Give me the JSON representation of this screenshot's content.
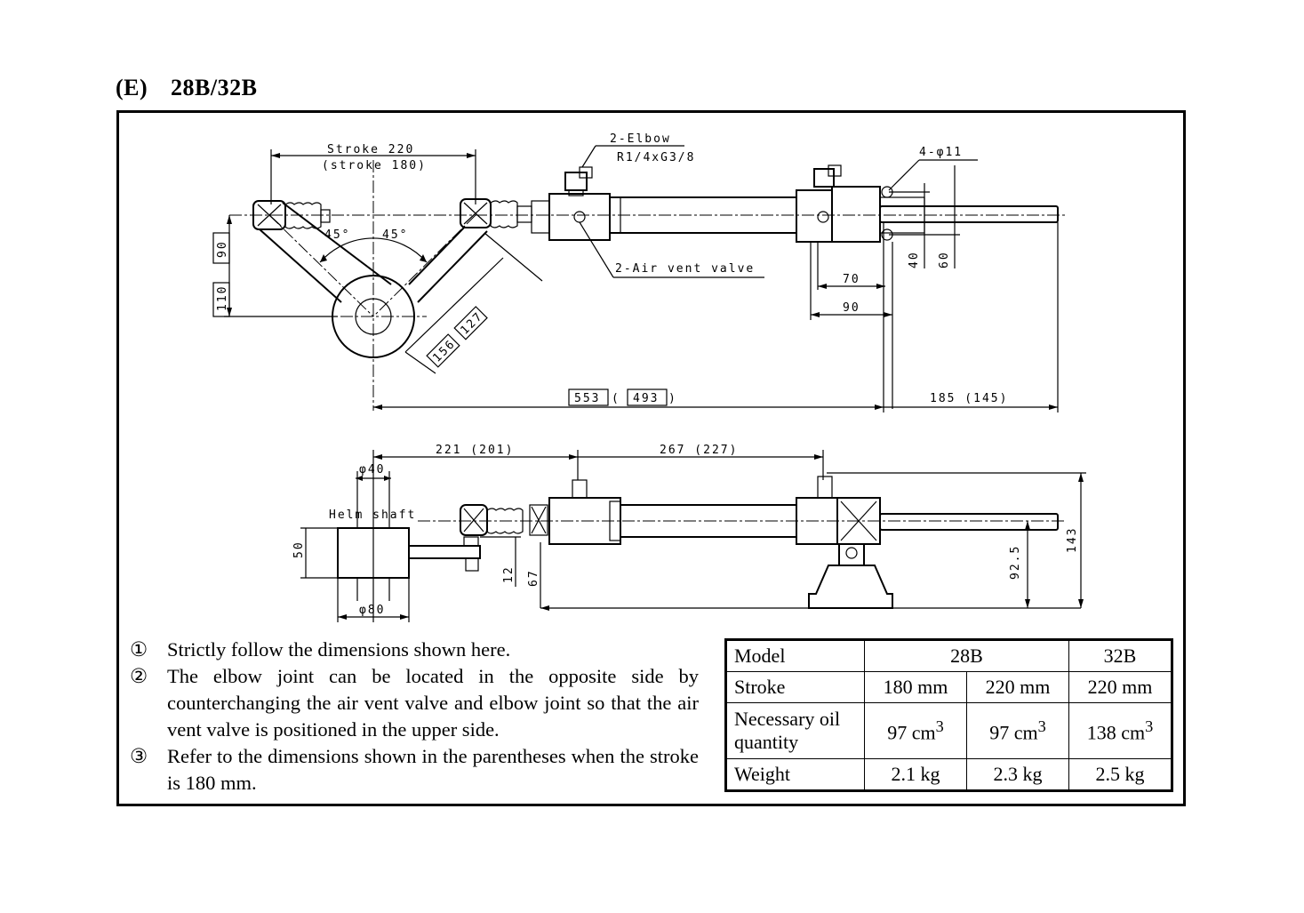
{
  "header": {
    "tag": "(E)",
    "models": "28B/32B"
  },
  "drawing": {
    "top_view": {
      "stroke_label": "Stroke 220",
      "stroke_alt_label": "(stroke 180)",
      "elbow_label": "2-Elbow",
      "elbow_spec": "R1/4xG3/8",
      "air_vent_label": "2-Air vent valve",
      "holes_label": "4-φ11",
      "angle_left": "45°",
      "angle_right": "45°",
      "dim_90": "90",
      "dim_110": "110",
      "dim_156": "156",
      "dim_127": "127",
      "dim_553": "553",
      "dim_493": "493",
      "dim_185": "185 (145)",
      "dim_70": "70",
      "dim_90b": "90",
      "dim_40": "40",
      "dim_60": "60"
    },
    "side_view": {
      "dim_221": "221 (201)",
      "dim_267": "267 (227)",
      "helm_shaft": "Helm shaft",
      "dim_phi40": "φ40",
      "dim_phi80": "φ80",
      "dim_50": "50",
      "dim_12": "12",
      "dim_67": "67",
      "dim_92_5": "92.5",
      "dim_143": "143"
    }
  },
  "notes": [
    {
      "num": "①",
      "text": "Strictly follow the dimensions shown here."
    },
    {
      "num": "②",
      "text": "The elbow joint can be located in the opposite side by counterchanging the air vent valve and elbow joint so that the air vent valve is positioned in the upper side."
    },
    {
      "num": "③",
      "text": "Refer to the dimensions shown in the parentheses when the stroke is 180 mm."
    }
  ],
  "spec_table": {
    "model_label": "Model",
    "model_28b": "28B",
    "model_32b": "32B",
    "stroke_label": "Stroke",
    "stroke_values": [
      "180 mm",
      "220 mm",
      "220 mm"
    ],
    "oil_label": "Necessary oil quantity",
    "oil_values": [
      "97 cm",
      "97 cm",
      "138 cm"
    ],
    "oil_unit_power": "3",
    "weight_label": "Weight",
    "weight_values": [
      "2.1 kg",
      "2.3 kg",
      "2.5 kg"
    ]
  }
}
